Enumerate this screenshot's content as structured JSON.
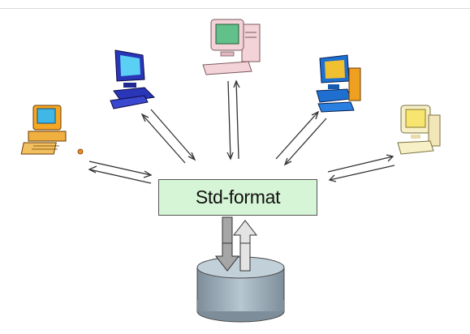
{
  "hub": {
    "label": "Std-format"
  },
  "workstations": [
    {
      "id": "left-orange",
      "body_color": "#f5a623",
      "screen_color": "#3fb8e8"
    },
    {
      "id": "blue-upper-left",
      "body_color": "#2a36b8",
      "screen_color": "#5bd0f5"
    },
    {
      "id": "pink-top",
      "body_color": "#f3d2d8",
      "screen_color": "#62c08a"
    },
    {
      "id": "blue-upper-right",
      "body_color": "#1e6fd0",
      "screen_color": "#f0c030"
    },
    {
      "id": "yellow-right",
      "body_color": "#f7efc6",
      "screen_color": "#f7e570"
    }
  ],
  "database": {
    "fill": "#a9b9c4"
  }
}
